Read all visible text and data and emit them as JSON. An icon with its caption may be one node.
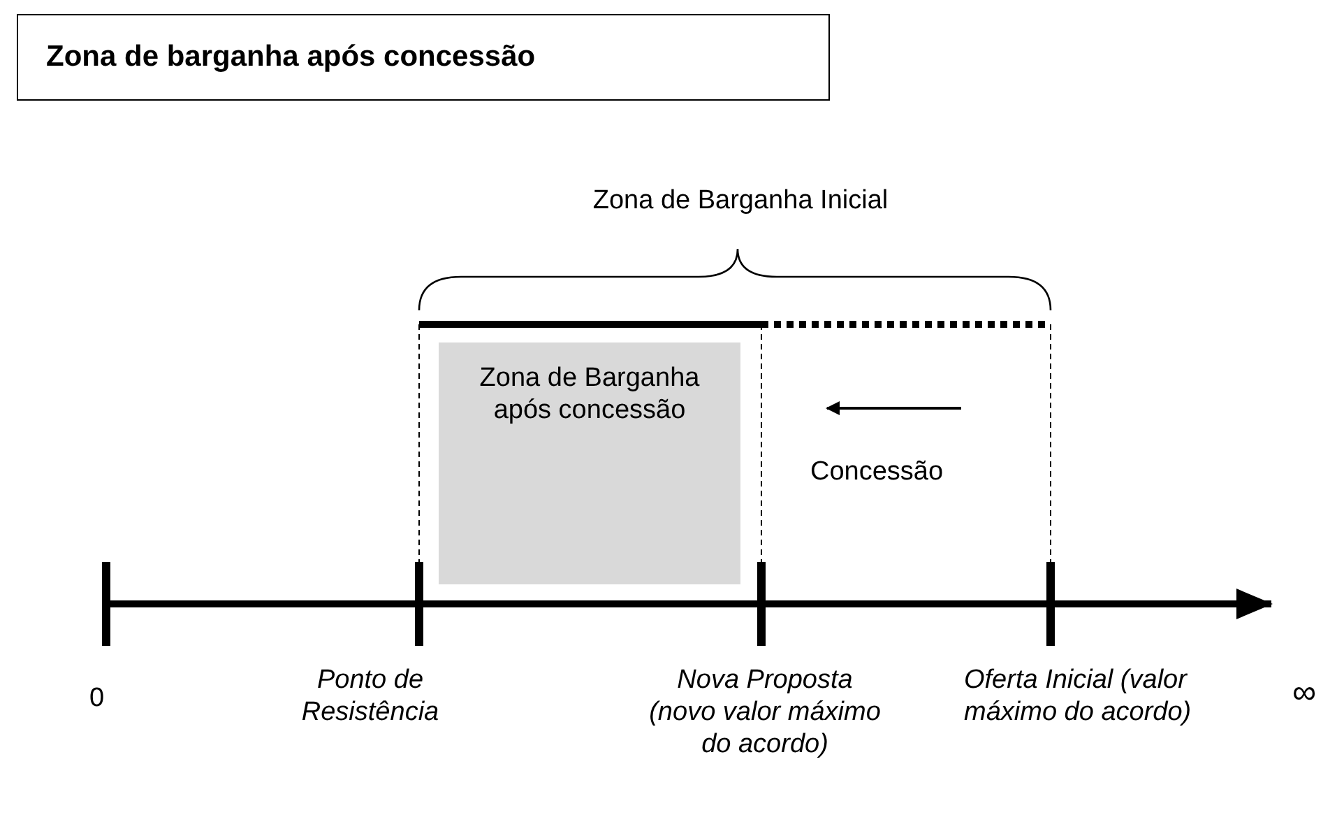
{
  "diagram": {
    "title": "Zona de barganha após concessão",
    "nodes": [
      {
        "text": [
          "Zona de Barganha após concessão"
        ]
      }
    ],
    "edges": [],
    "labels": [
      "Zona de Barganha  Inicial",
      "Concessão",
      "0",
      "Ponto de Resistência",
      "Nova Proposta (novo valor máximo do acordo)",
      "Oferta Inicial (valor máximo do acordo)",
      "∞"
    ]
  }
}
